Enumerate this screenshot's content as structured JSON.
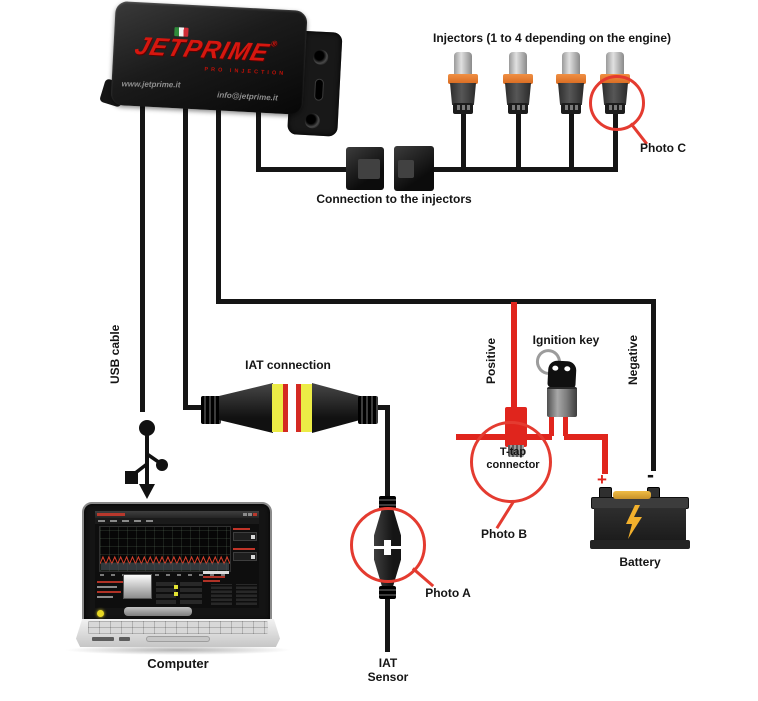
{
  "ecu": {
    "brand": "JETPRIME",
    "registered_mark": "®",
    "tagline": "PRO INJECTION",
    "website": "www.jetprime.it",
    "email": "info@jetprime.it"
  },
  "labels": {
    "injectors_title": "Injectors (1 to 4 depending on the engine)",
    "injector_connection": "Connection to the injectors",
    "usb_cable": "USB cable",
    "iat_connection": "IAT connection",
    "positive": "Positive",
    "negative": "Negative",
    "ignition_key": "Ignition key",
    "ttap_line1": "T-tap",
    "ttap_line2": "connector",
    "photo_a": "Photo A",
    "photo_b": "Photo B",
    "photo_c": "Photo C",
    "iat_sensor_line1": "IAT",
    "iat_sensor_line2": "Sensor",
    "computer": "Computer",
    "battery": "Battery",
    "battery_plus": "+",
    "battery_minus": "-"
  },
  "icons": {
    "usb": "usb-trident-icon",
    "battery_bolt": "lightning-icon",
    "ignition": "key-icon",
    "italy_flag": "italian-flag-icon"
  },
  "colors": {
    "wire_black": "#151515",
    "wire_red": "#e0251d",
    "callout_red": "#e43b30",
    "brand_red": "#d6170f",
    "injector_orange": "#e87f35",
    "stripe_yellow": "#ecec46",
    "battery_yellow": "#f2b02c"
  }
}
